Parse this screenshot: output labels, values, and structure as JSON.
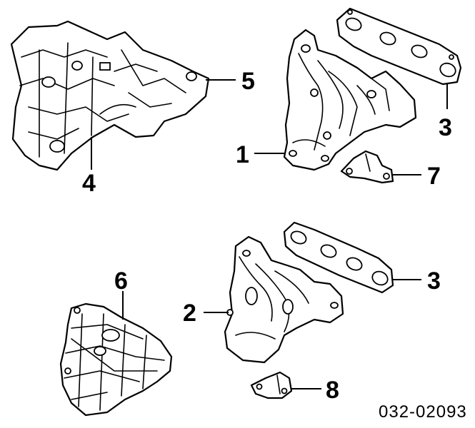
{
  "callouts": {
    "c1": "1",
    "c2": "2",
    "c3a": "3",
    "c3b": "3",
    "c4": "4",
    "c5": "5",
    "c6": "6",
    "c7": "7",
    "c8": "8"
  },
  "reference_code": "032-02093",
  "colors": {
    "line": "#000000",
    "background": "#ffffff"
  }
}
